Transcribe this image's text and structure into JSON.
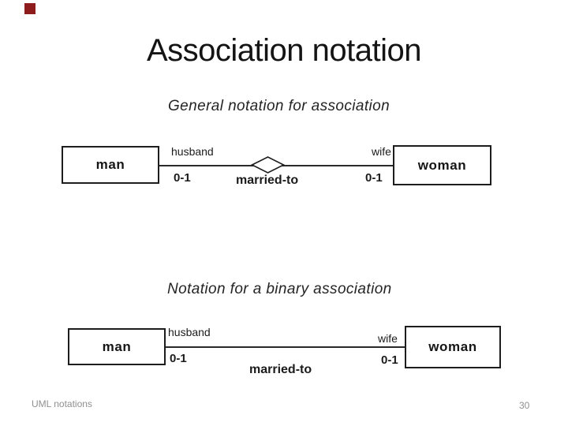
{
  "slide": {
    "title": "Association notation",
    "accent_color": "#8e1c1c",
    "footer_left": "UML notations",
    "page_number": "30"
  },
  "diagrams": [
    {
      "heading": "General notation for association",
      "connector": "diamond",
      "left_entity": "man",
      "right_entity": "woman",
      "left_role": "husband",
      "right_role": "wife",
      "left_multiplicity": "0-1",
      "right_multiplicity": "0-1",
      "association_name": "married-to"
    },
    {
      "heading": "Notation for a binary association",
      "connector": "line",
      "left_entity": "man",
      "right_entity": "woman",
      "left_role": "husband",
      "right_role": "wife",
      "left_multiplicity": "0-1",
      "right_multiplicity": "0-1",
      "association_name": "married-to"
    }
  ]
}
